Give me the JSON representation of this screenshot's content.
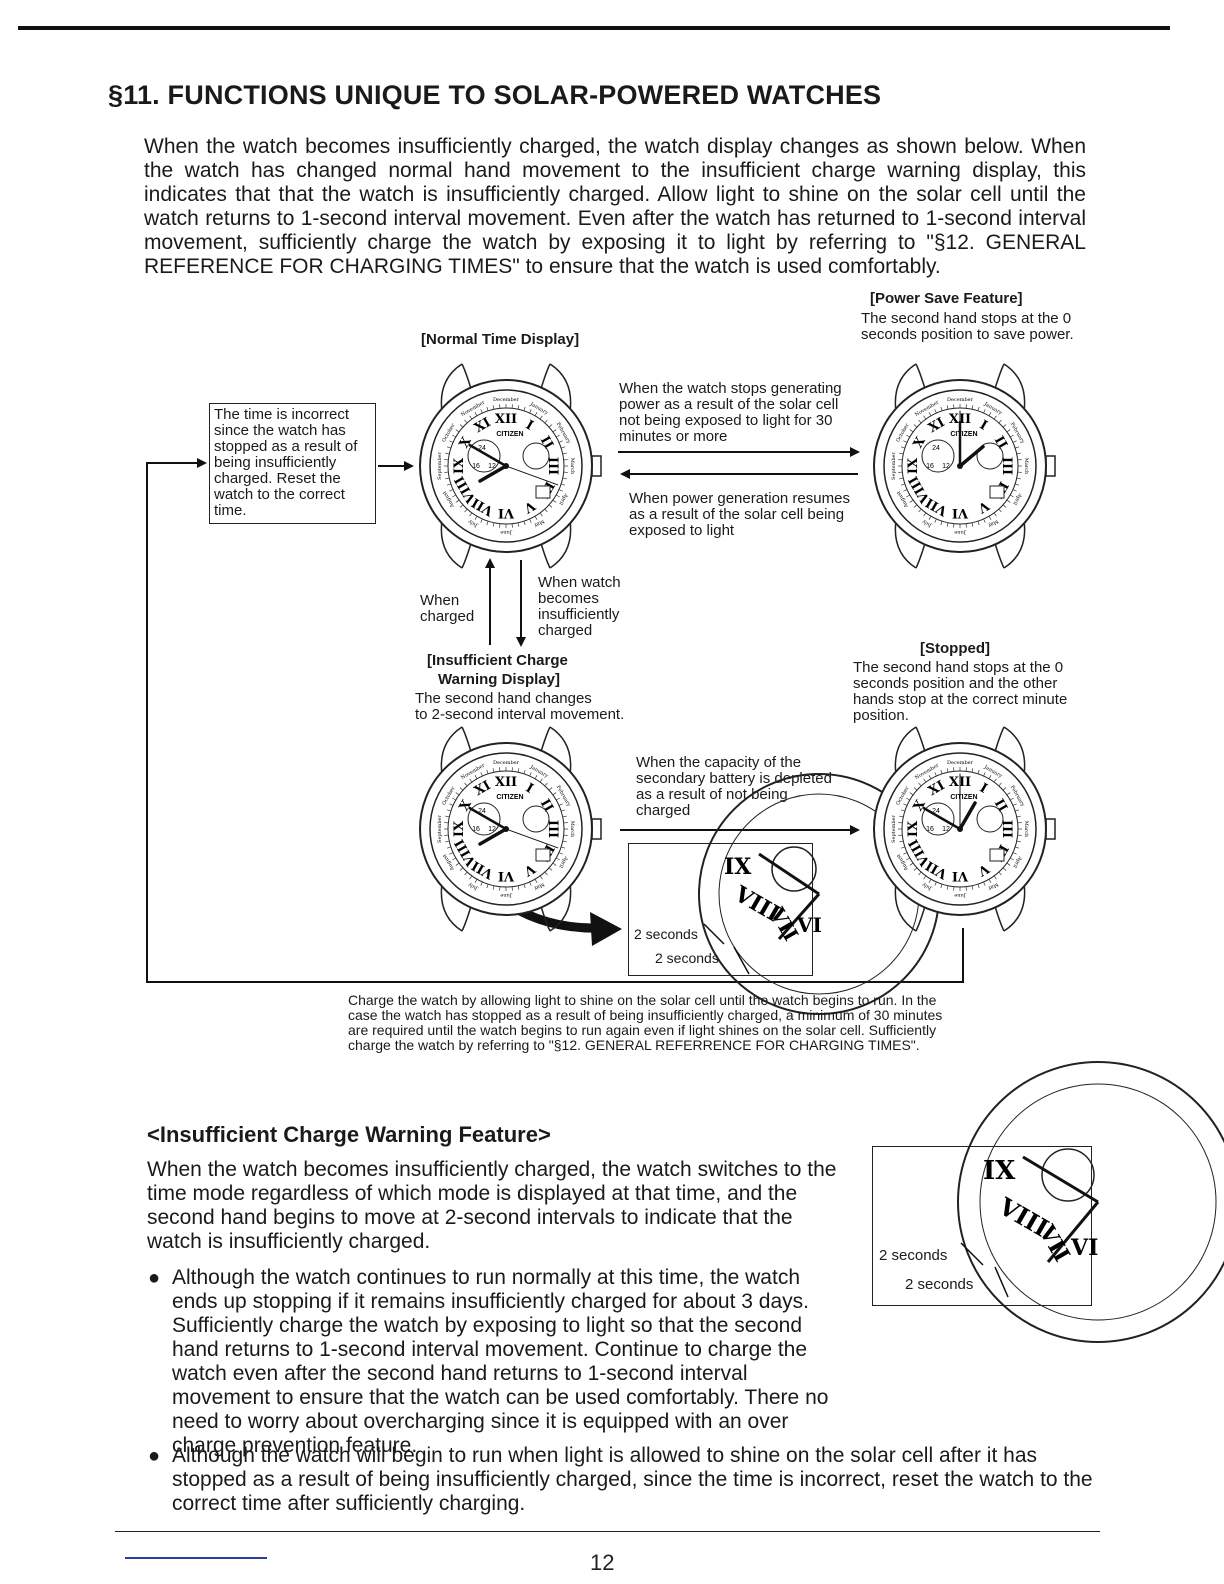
{
  "section_title": "§11. FUNCTIONS UNIQUE TO SOLAR-POWERED WATCHES",
  "intro_text": "When the watch becomes insufficiently charged, the watch display changes as shown below. When the watch has changed normal hand movement to the insufficient charge warning display, this indicates that that the watch is insufficiently charged. Allow light to shine on the solar cell until the watch returns to 1-second interval movement. Even after the watch has returned to 1-second interval movement, sufficiently charge the watch by exposing it to light by referring to \"§12. GENERAL REFERENCE FOR CHARGING TIMES\" to ensure that the watch is used comfortably.",
  "diagram": {
    "normal": {
      "title": "[Normal Time Display]"
    },
    "power_save": {
      "title": "[Power Save Feature]",
      "desc": "The second hand stops at the 0 seconds position to save power."
    },
    "insufficient": {
      "title_line1": "[Insufficient Charge",
      "title_line2": "Warning Display]",
      "desc_line1": "The second hand changes",
      "desc_line2": "to 2-second interval movement."
    },
    "stopped": {
      "title": "[Stopped]",
      "desc": "The second hand stops at the 0 seconds position and the other hands stop at the correct minute position."
    },
    "reset_note": "The time is incorrect since the watch has stopped as a result of being insufficiently charged. Reset the watch to the correct time.",
    "arrow_to_power_save": "When the watch stops generating power as a result of the solar cell not being exposed to light for 30 minutes or more",
    "arrow_back_from_power_save": "When power generation resumes as a result of the solar cell being exposed to light",
    "when_charged": "When charged",
    "when_insufficient": "When watch becomes insufficiently charged",
    "arrow_to_stopped": "When the capacity of the secondary battery is depleted as a result of not being charged",
    "two_seconds": "2 seconds",
    "bottom_note": "Charge the watch by allowing light to shine on the solar cell until the watch begins to run. In the case the watch has stopped as a result of being insufficiently charged, a minimum of 30 minutes are required until the watch begins to run again even if light shines on the solar cell. Sufficiently charge the watch by referring to \"§12. GENERAL REFERRENCE FOR CHARGING TIMES\"."
  },
  "section2": {
    "title": "<Insufficient Charge Warning Feature>",
    "paragraph": "When the watch becomes insufficiently charged, the watch switches to the time mode regardless of which mode is displayed at that time, and the second hand begins to move at 2-second intervals to indicate that the watch is insufficiently charged.",
    "bullet1": "Although the watch continues to run normally at this time, the watch ends up stopping if it remains insufficiently charged for about 3 days. Sufficiently charge the watch by exposing to light so that the second hand returns to 1-second interval movement. Continue to charge the watch even after the second hand returns to 1-second interval movement to ensure that the watch can be used comfortably. There no need to worry about overcharging since it is equipped with an over charge prevention feature.",
    "bullet2": "Although the watch will begin to run when light is allowed to shine on the solar cell after it has stopped as a result of being insufficiently charged, since the time is incorrect, reset the watch to the correct time after sufficiently charging."
  },
  "watch_face": {
    "brand": "CITIZEN",
    "numerals": [
      "XII",
      "I",
      "II",
      "III",
      "IV",
      "V",
      "VI",
      "VII",
      "VIII",
      "IX",
      "X",
      "XI"
    ],
    "months": [
      "December",
      "January",
      "February",
      "March",
      "April",
      "May",
      "June",
      "July",
      "August",
      "September",
      "October",
      "November"
    ],
    "subdial": [
      "24",
      "16",
      "12"
    ]
  },
  "page_number": "12"
}
